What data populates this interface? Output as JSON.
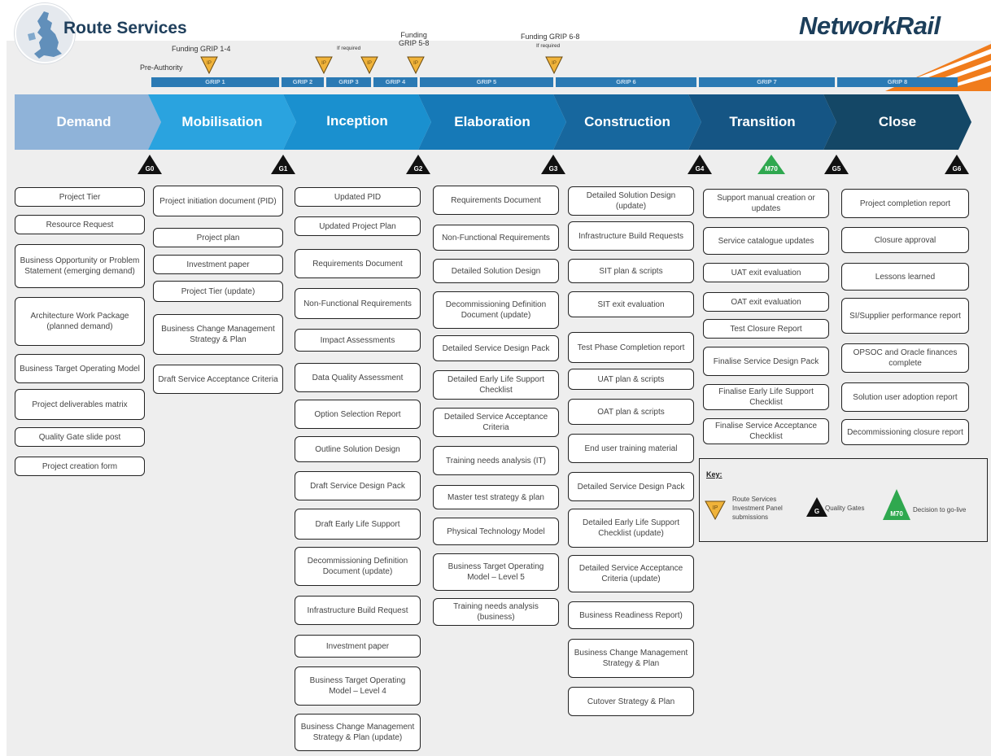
{
  "header": {
    "brand_title": "Route Services",
    "logo_text": "NetworkRail",
    "annotations": {
      "funding_grip_1_4": "Funding GRIP 1-4",
      "pre_authority": "Pre-Authority",
      "if_required": "If required",
      "funding_grip_5_8": "Funding\nGRIP 5-8",
      "funding_grip_6_8": "Funding GRIP 6-8",
      "if_required_2": "If required"
    },
    "ip_markers": [
      "IP",
      "IP",
      "IP",
      "IP",
      "IP"
    ]
  },
  "grip_stages": [
    "GRIP 1",
    "GRIP 2",
    "GRIP 3",
    "GRIP 4",
    "GRIP 5",
    "GRIP 6",
    "GRIP 7",
    "GRIP 8"
  ],
  "phases": [
    {
      "label": "Demand",
      "color": "#8fb3d9"
    },
    {
      "label": "Mobilisation",
      "color": "#2aa3df"
    },
    {
      "label": "Inception",
      "color": "#1a90cf"
    },
    {
      "label": "Elaboration",
      "color": "#1679b7"
    },
    {
      "label": "Construction",
      "color": "#17679e"
    },
    {
      "label": "Transition",
      "color": "#155584"
    },
    {
      "label": "Close",
      "color": "#144766"
    }
  ],
  "gates": [
    "G0",
    "G1",
    "G2",
    "G3",
    "G4",
    "M70",
    "G5",
    "G6"
  ],
  "columns": {
    "demand": [
      "Project Tier",
      "Resource Request",
      "Business Opportunity or Problem Statement (emerging demand)",
      "Architecture Work Package (planned demand)",
      "Business Target Operating Model",
      "Project deliverables matrix",
      "Quality Gate slide post",
      "Project creation form"
    ],
    "mobilisation": [
      "Project initiation document (PID)",
      "Project plan",
      "Investment paper",
      "Project Tier (update)",
      "Business Change Management Strategy & Plan",
      "Draft Service Acceptance Criteria"
    ],
    "inception": [
      "Updated PID",
      "Updated Project Plan",
      "Requirements Document",
      "Non-Functional Requirements",
      "Impact Assessments",
      "Data Quality Assessment",
      "Option Selection Report",
      "Outline Solution Design",
      "Draft Service Design Pack",
      "Draft Early Life Support",
      "Decommissioning Definition Document (update)",
      "Infrastructure Build Request",
      "Investment paper",
      "Business Target Operating Model – Level 4",
      "Business Change Management Strategy & Plan (update)"
    ],
    "elaboration": [
      "Requirements Document",
      "Non-Functional Requirements",
      "Detailed Solution Design",
      "Decommissioning Definition Document (update)",
      "Detailed Service Design Pack",
      "Detailed Early Life Support Checklist",
      "Detailed Service Acceptance Criteria",
      "Training needs analysis (IT)",
      "Master test strategy & plan",
      "Physical Technology Model",
      "Business Target Operating Model – Level 5",
      "Training needs analysis (business)"
    ],
    "construction": [
      "Detailed Solution Design (update)",
      "Infrastructure Build Requests",
      "SIT plan & scripts",
      "SIT exit evaluation",
      "Test Phase Completion report",
      "UAT plan & scripts",
      "OAT plan & scripts",
      "End user training material",
      "Detailed Service Design Pack",
      "Detailed Early Life Support Checklist (update)",
      "Detailed Service Acceptance Criteria (update)",
      "Business Readiness Report)",
      "Business Change Management Strategy & Plan",
      "Cutover Strategy & Plan"
    ],
    "transition": [
      "Support manual creation or updates",
      "Service catalogue updates",
      "UAT exit evaluation",
      "OAT exit evaluation",
      "Test Closure Report",
      "Finalise Service Design Pack",
      "Finalise Early Life Support Checklist",
      "Finalise Service Acceptance Checklist"
    ],
    "close": [
      "Project completion report",
      "Closure approval",
      "Lessons learned",
      "SI/Supplier performance report",
      "OPSOC and Oracle finances complete",
      "Solution user adoption report",
      "Decommissioning closure report"
    ]
  },
  "key": {
    "title": "Key:",
    "ip_symbol": "IP",
    "ip_text": "Route Services Investment Panel submissions",
    "gate_symbol": "G",
    "gate_text": "Quality Gates",
    "m70_symbol": "M70",
    "m70_text": "Decision to go-live"
  },
  "colors": {
    "brand_navy": "#1c3e5a",
    "ip_fill": "#f0b33a",
    "gate_fill": "#111111",
    "m70_fill": "#2fa84f",
    "stripe_orange": "#f07c1c"
  }
}
